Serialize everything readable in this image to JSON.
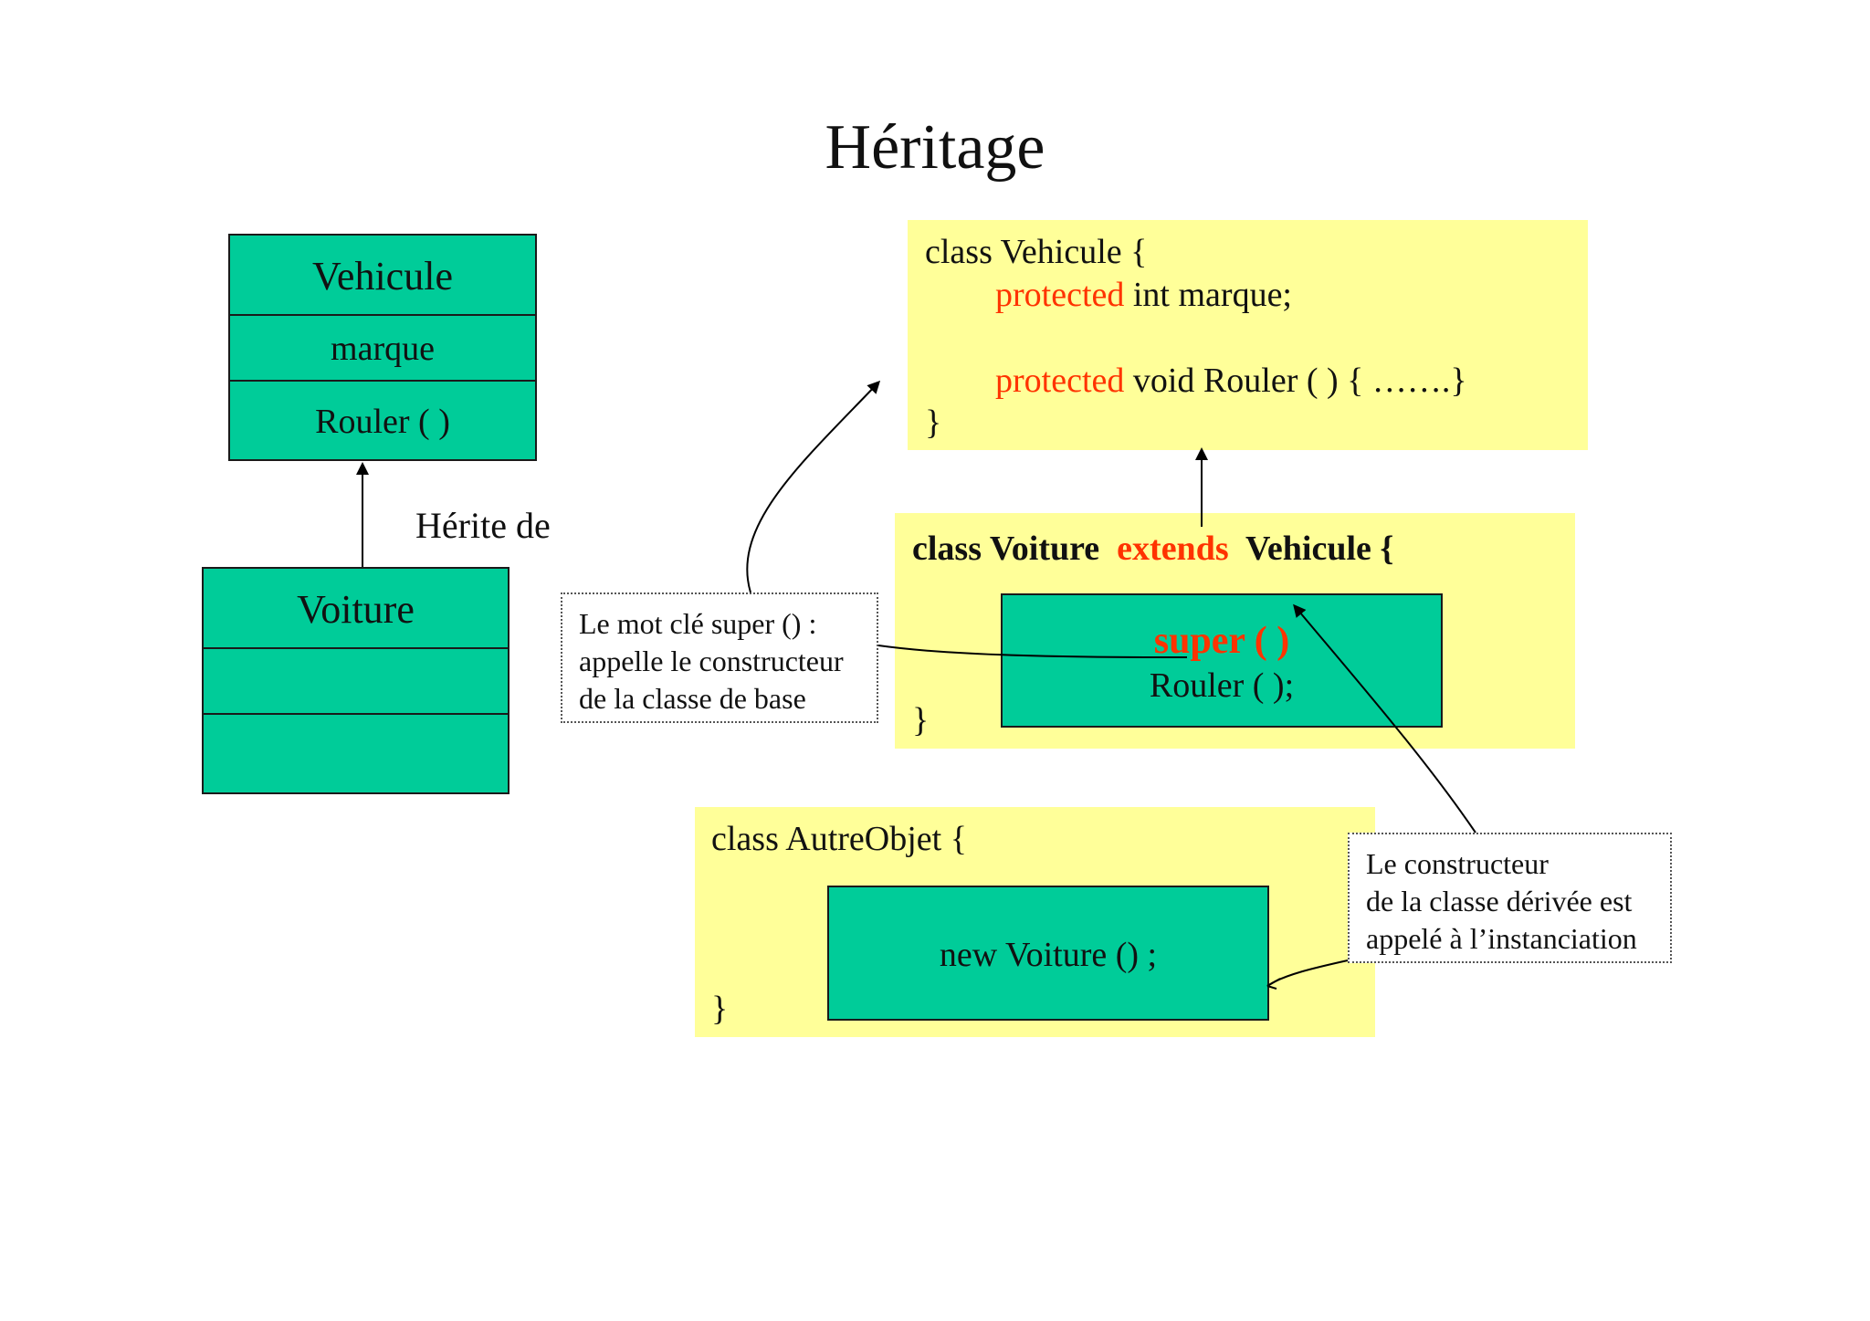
{
  "title": "Héritage",
  "uml": {
    "parent": {
      "name": "Vehicule",
      "attribute": "marque",
      "method": "Rouler ( )"
    },
    "child": {
      "name": "Voiture",
      "attribute": "",
      "method": ""
    },
    "relation_label": "Hérite de"
  },
  "code_vehicule": {
    "line1": "class Vehicule {",
    "kw1": "protected",
    "line2_rest": " int marque;",
    "kw2": "protected",
    "line3_rest": " void Rouler ( ) { …….}",
    "close": "}"
  },
  "code_voiture": {
    "prefix": "class Voiture  ",
    "keyword": "extends",
    "suffix": "  Vehicule {",
    "super_call": "super ( )",
    "rouler_call": "Rouler ( );",
    "close": "}"
  },
  "code_autre": {
    "line1": "class AutreObjet {",
    "instantiation": "new Voiture () ;",
    "close": "}"
  },
  "callout_super": {
    "line1": "Le mot clé super ()  :",
    "line2": "appelle le constructeur",
    "line3": "de la classe de base"
  },
  "callout_constructeur": {
    "line1": "Le constructeur",
    "line2": "de la classe dérivée est",
    "line3": "appelé à l’instanciation"
  },
  "colors": {
    "uml_fill": "#00cc99",
    "code_panel": "#ffff99",
    "keyword": "#ff3300"
  }
}
